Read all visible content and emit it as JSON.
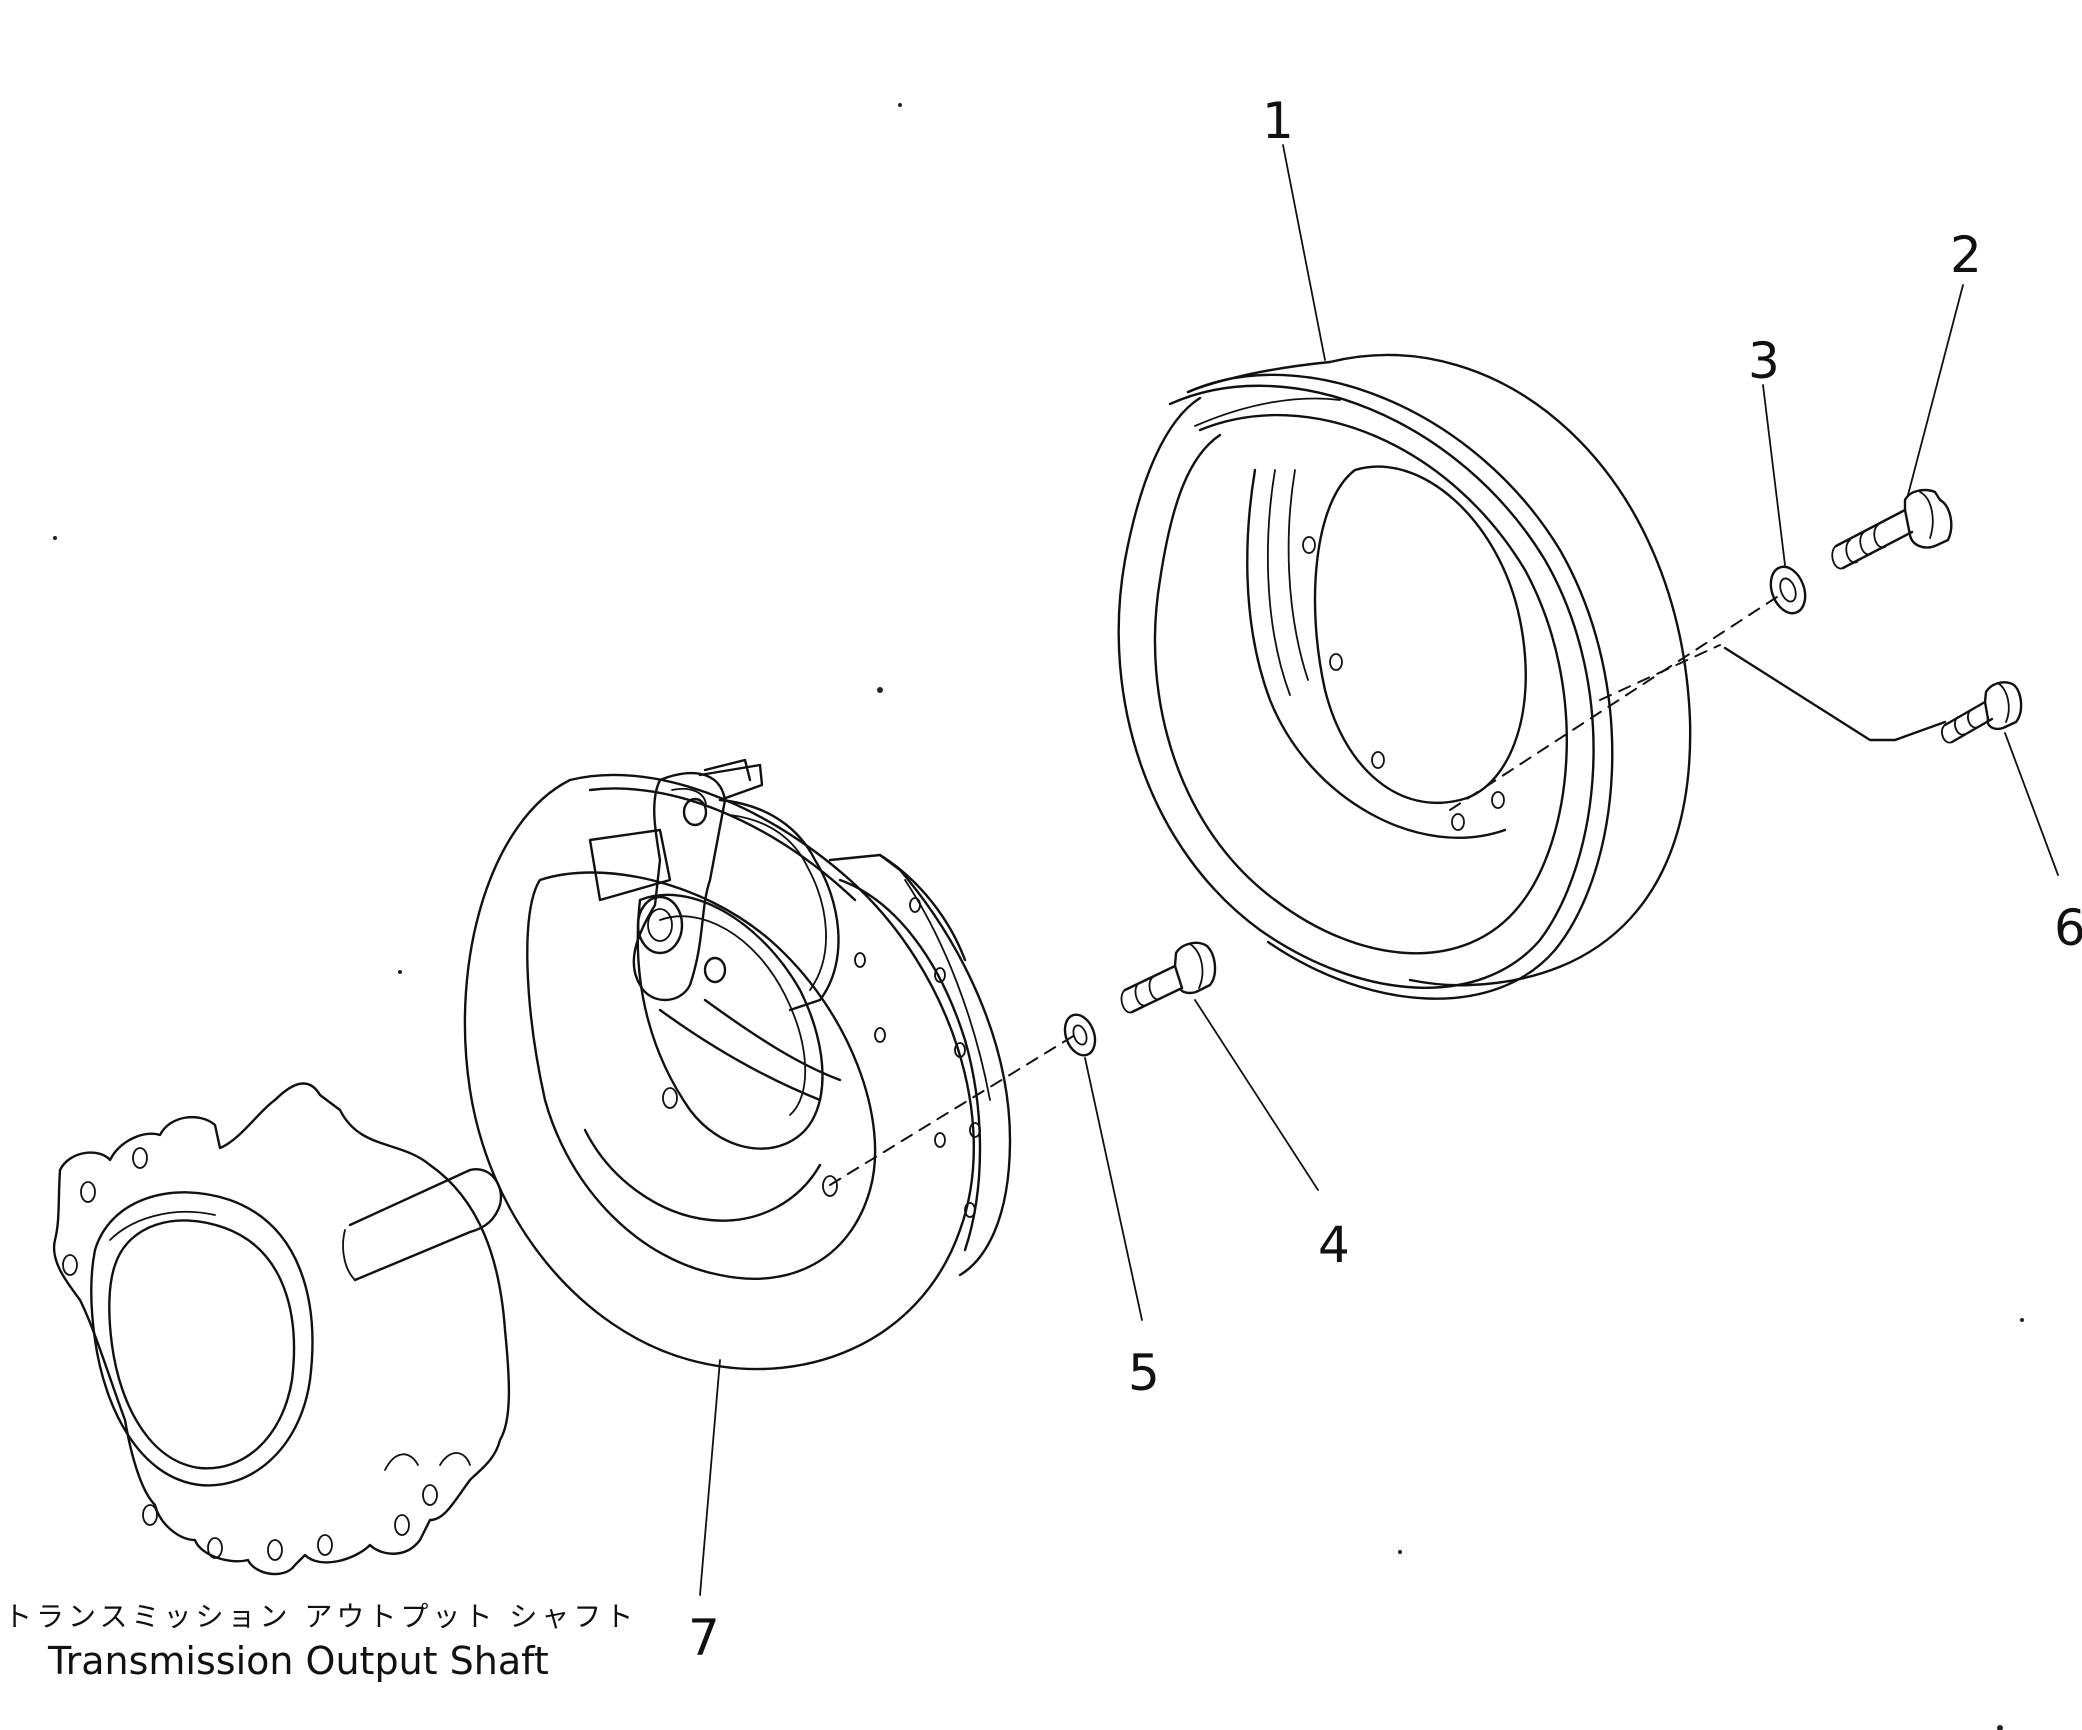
{
  "callouts": {
    "n1": "1",
    "n2": "2",
    "n3": "3",
    "n4": "4",
    "n5": "5",
    "n6": "6",
    "n7": "7"
  },
  "caption": {
    "japanese": "トランスミッション アウトプット シャフト",
    "english": "Transmission Output Shaft"
  }
}
